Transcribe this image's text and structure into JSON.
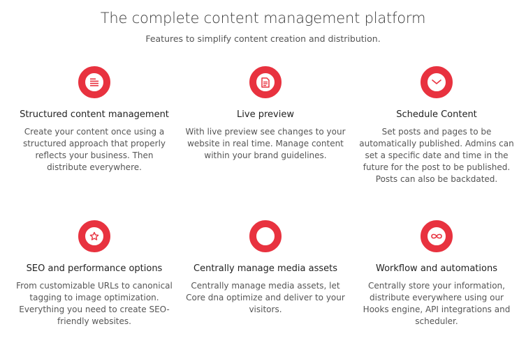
{
  "header": {
    "title": "The complete content management platform",
    "subtitle": "Features to simplify content creation and distribution."
  },
  "colors": {
    "accent": "#e8323f",
    "title_text": "#222222",
    "body_text": "#555555"
  },
  "features": [
    {
      "icon": "list-lines-icon",
      "title": "Structured content management",
      "description": "Create your content once using a structured approach that properly reflects your business. Then distribute everywhere."
    },
    {
      "icon": "document-icon",
      "title": "Live preview",
      "description": "With live preview see changes to your website in real time. Manage content within your brand guidelines."
    },
    {
      "icon": "clock-icon",
      "title": "Schedule Content",
      "description": "Set posts and pages to be automatically published. Admins can set a specific date and time in the future for the post to be published. Posts can also be backdated."
    },
    {
      "icon": "star-icon",
      "title": "SEO and performance options",
      "description": "From customizable URLs to canonical tagging to image optimization. Everything you need to create SEO-friendly websites."
    },
    {
      "icon": "empty-ring-icon",
      "title": "Centrally manage media assets",
      "description": "Centrally manage media assets, let Core dna optimize and deliver to your visitors."
    },
    {
      "icon": "infinity-icon",
      "title": "Workflow and automations",
      "description": "Centrally store your information, distribute everywhere using our Hooks engine, API integrations and scheduler."
    }
  ]
}
